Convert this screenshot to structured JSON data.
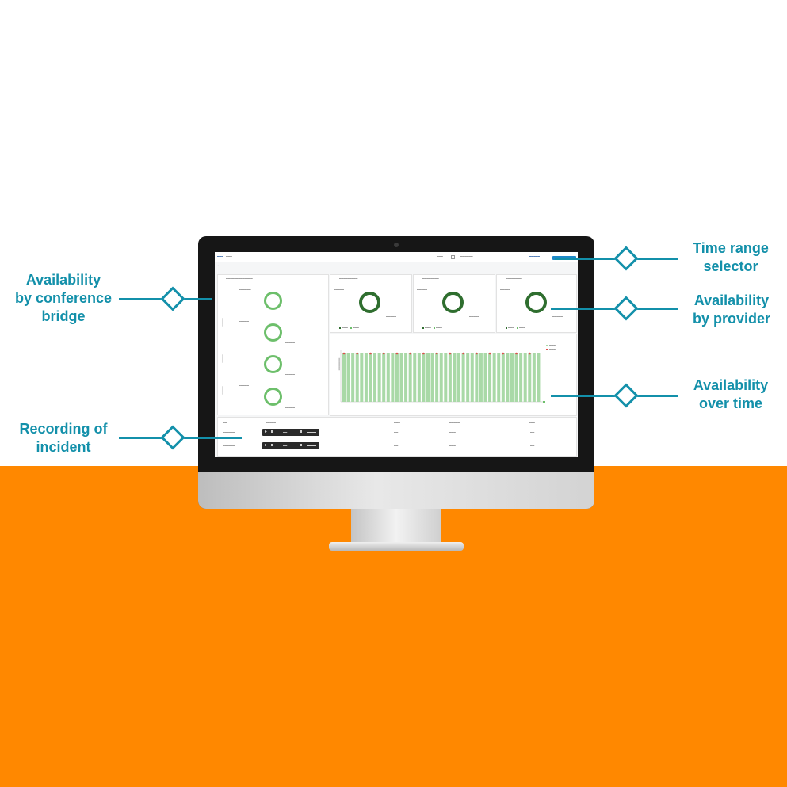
{
  "colors": {
    "accent": "#1390aa",
    "background_lower": "#ff8800",
    "ring_light": "#6dbf6b",
    "ring_dark": "#2f6e2f",
    "bar_fill": "#a9d9a7",
    "marker": "#e14b4b"
  },
  "callouts": {
    "bridge": [
      "Availability",
      "by conference",
      "bridge"
    ],
    "recording": [
      "Recording of",
      "incident"
    ],
    "time_range": [
      "Time range",
      "selector"
    ],
    "provider": [
      "Availability",
      "by provider"
    ],
    "over_time": [
      "Availability",
      "over time"
    ]
  },
  "dashboard": {
    "provider_rings": 3,
    "bridge_rings": 4,
    "table_rows": 2,
    "chart_bars": 45,
    "availability_fraction": 1.0
  }
}
